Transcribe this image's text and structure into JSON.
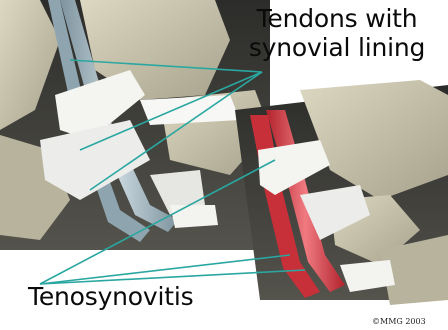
{
  "labels": {
    "top_line1": "Tendons with",
    "top_line2": "synovial lining",
    "bottom": "Tenosynovitis",
    "copyright": "©MMG 2003"
  },
  "colors": {
    "bone": "#c9c4ad",
    "bone_shadow": "#8f8a76",
    "ligament": "#f2f2f0",
    "tendon_normal": "#9fb3bd",
    "tendon_inflamed": "#d9414a",
    "pointer_line": "#2aa7a0"
  }
}
